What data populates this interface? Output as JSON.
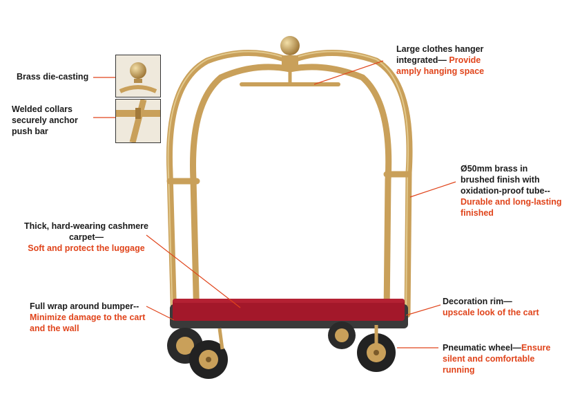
{
  "callouts": {
    "brass": {
      "black": "Brass die-casting",
      "red": ""
    },
    "welded": {
      "black": "Welded collars securely anchor push bar",
      "red": ""
    },
    "hanger": {
      "black": "Large clothes hanger integrated— ",
      "red": "Provide amply hanging space"
    },
    "tube": {
      "black": "Ø50mm brass in brushed finish with oxidation-proof tube--",
      "red": "Durable and long-lasting finished"
    },
    "carpet": {
      "black": "Thick, hard-wearing cashmere carpet—",
      "red": "Soft and protect the luggage"
    },
    "bumper": {
      "black": "Full wrap around bumper--",
      "red": "Minimize damage to the cart and the wall"
    },
    "rim": {
      "black": "Decoration rim—",
      "red": "upscale look of the cart"
    },
    "wheel": {
      "black": "Pneumatic wheel—",
      "red": "Ensure silent and comfortable running"
    }
  },
  "colors": {
    "accent_red": "#e0441b",
    "brass": "#c9a05a",
    "carpet": "#a3182a",
    "leader": "#e0441b"
  },
  "icons": {
    "brass_thumb": "brass-finial-closeup",
    "welded_thumb": "welded-collar-closeup"
  }
}
